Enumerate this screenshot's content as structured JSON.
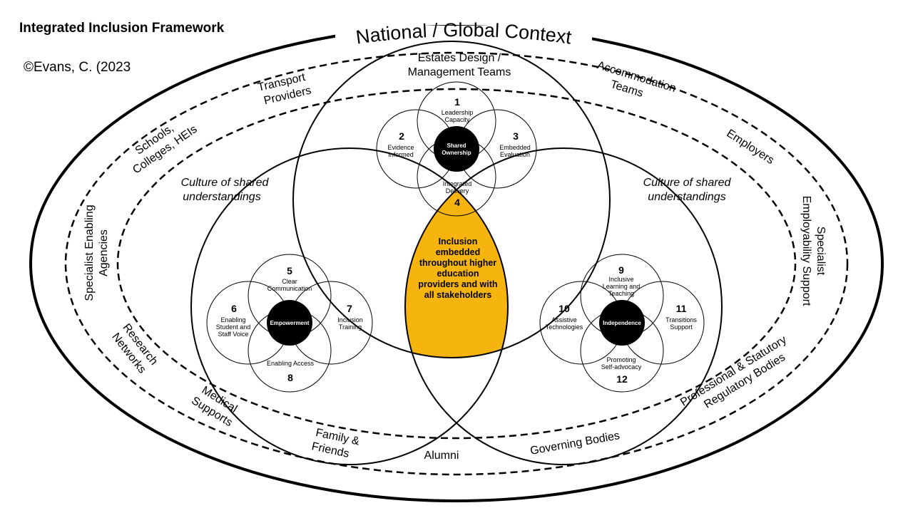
{
  "header": {
    "title": "Integrated Inclusion Framework",
    "copyright": "©Evans, C. (2023"
  },
  "outer": {
    "title": "National  / Global Context",
    "labels": {
      "estates": [
        "Estates Design /",
        "Management Teams"
      ],
      "transport": [
        "Transport",
        "Providers"
      ],
      "accommodation": [
        "Accommodation",
        "Teams"
      ],
      "schools": [
        "Schools,",
        "Colleges, HEIs"
      ],
      "employers": "Employers",
      "specialist_agencies": [
        "Specialist Enabling",
        "Agencies"
      ],
      "specialist_employability": [
        "Specialist",
        "Employability Support"
      ],
      "research": [
        "Research",
        "Networks"
      ],
      "medical": [
        "Medical",
        "Supports"
      ],
      "family": [
        "Family &",
        "Friends"
      ],
      "alumni": "Alumni",
      "governing": "Governing Bodies",
      "professional": [
        "Professional & Statutory",
        "Regulatory Bodies"
      ]
    }
  },
  "culture": {
    "left": [
      "Culture of shared",
      "understandings"
    ],
    "right": [
      "Culture of shared",
      "understandings"
    ]
  },
  "core": [
    "Inclusion",
    "embedded",
    "throughout higher",
    "education",
    "providers and with",
    "all stakeholders"
  ],
  "colors": {
    "core": "#f5b50e",
    "hub": "#000000",
    "line": "#000000"
  },
  "clusters": {
    "top": {
      "hub": [
        "Shared",
        "Ownership"
      ],
      "petals": [
        {
          "num": "1",
          "text": [
            "Leadership",
            "Capacity"
          ]
        },
        {
          "num": "2",
          "text": [
            "Evidence",
            "Informed"
          ]
        },
        {
          "num": "3",
          "text": [
            "Embedded",
            "Evaluation"
          ]
        },
        {
          "num": "4",
          "text": [
            "Integrated",
            "Delivery"
          ]
        }
      ]
    },
    "left": {
      "hub": [
        "Empowerment"
      ],
      "petals": [
        {
          "num": "5",
          "text": [
            "Clear",
            "Communication"
          ]
        },
        {
          "num": "6",
          "text": [
            "Enabling",
            "Student and",
            "Staff Voice"
          ]
        },
        {
          "num": "7",
          "text": [
            "Inclusion",
            "Training"
          ]
        },
        {
          "num": "8",
          "text": [
            "Enabling Access"
          ]
        }
      ]
    },
    "right": {
      "hub": [
        "Independence"
      ],
      "petals": [
        {
          "num": "9",
          "text": [
            "Inclusive",
            "Learning and",
            "Teaching"
          ]
        },
        {
          "num": "10",
          "text": [
            "Assistive",
            "Technologies"
          ]
        },
        {
          "num": "11",
          "text": [
            "Transitions",
            "Support"
          ]
        },
        {
          "num": "12",
          "text": [
            "Promoting",
            "Self-advocacy"
          ]
        }
      ]
    }
  }
}
